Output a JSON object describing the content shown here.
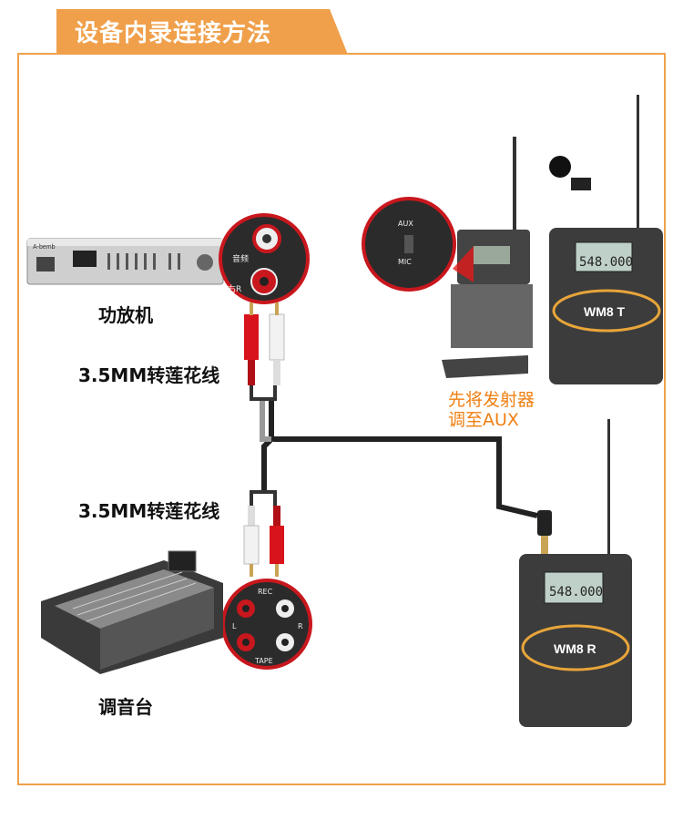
{
  "header": {
    "title": "设备内录连接方法"
  },
  "labels": {
    "amplifier": "功放机",
    "cable_top": "3.5MM转莲花线",
    "cable_bottom": "3.5MM转莲花线",
    "mixer": "调音台"
  },
  "note": {
    "line1": "先将发射器",
    "line2": "调至AUX"
  },
  "devices": {
    "amp_brand": "A-bemb",
    "amp_ports": [
      "音频",
      "右R"
    ],
    "transmitter_switch": [
      "AUX",
      "MIC"
    ],
    "transmitter_model": "WM8 T",
    "receiver_model": "WM8 R",
    "display_freq": "548.000",
    "mixer_ports": [
      "REC",
      "L",
      "R",
      "TAPE"
    ]
  },
  "colors": {
    "accent": "#f0a04b",
    "note": "#f07f12",
    "highlight_ring": "#e8a53a"
  }
}
